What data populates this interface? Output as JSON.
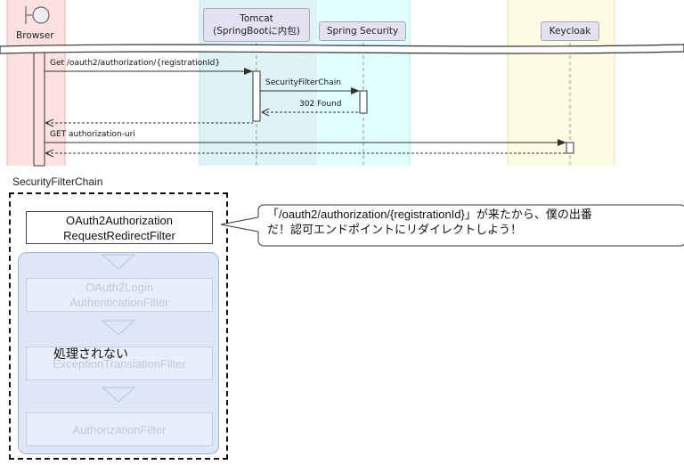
{
  "sequence": {
    "participants": {
      "browser": "Browser",
      "tomcat_line1": "Tomcat",
      "tomcat_line2": "(SpringBootに内包)",
      "spring_security": "Spring Security",
      "keycloak": "Keycloak"
    },
    "messages": {
      "get_authorization": "Get /oauth2/authorization/{registrationId}",
      "security_filter_chain": "SecurityFilterChain",
      "found_302": "302 Found",
      "get_authorization_uri": "GET  authorization-uri"
    },
    "colors": {
      "browser_band": "#fde0e0",
      "tomcat_band": "#dff3f6",
      "security_band": "#e0ffff",
      "keycloak_band": "#fefde3"
    }
  },
  "chain": {
    "title": "SecurityFilterChain",
    "active_filter_line1": "OAuth2Authorization",
    "active_filter_line2": "RequestRedirectFilter",
    "skipped_filters": [
      {
        "line1": "OAuth2Login",
        "line2": "AuthenticationFilter"
      },
      {
        "line1": "ExceptionTranslationFilter"
      },
      {
        "line1": "AuthorizationFilter"
      }
    ],
    "skipped_label": "処理されない",
    "bubble_line1": "「/oauth2/authorization/{registrationId}」が来たから、僕の出番",
    "bubble_line2": "だ！認可エンドポイントにリダイレクトしよう！"
  }
}
